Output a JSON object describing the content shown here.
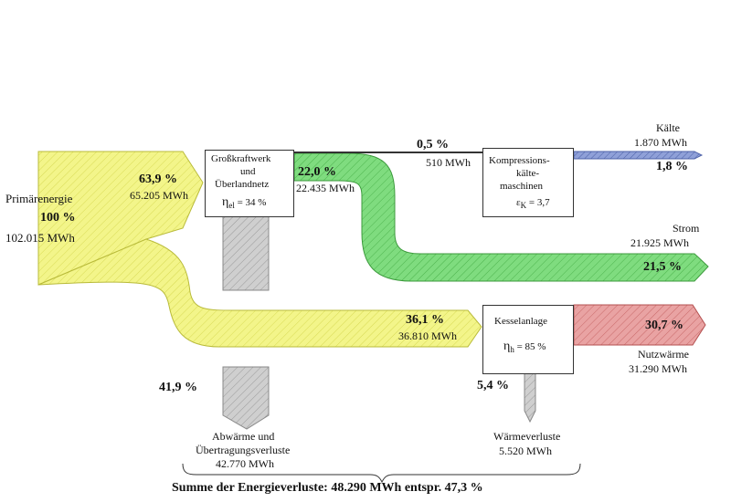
{
  "primary": {
    "label": "Primärenergie",
    "percent": "100 %",
    "amount": "102.015 MWh"
  },
  "to_power_plant": {
    "percent": "63,9 %",
    "amount": "65.205 MWh"
  },
  "power_plant": {
    "line1": "Großkraftwerk",
    "line2": "und",
    "line3": "Überlandnetz",
    "eta_symbol": "η",
    "eta_sub": "el",
    "eta_value": " = 34 %"
  },
  "electricity_out": {
    "percent": "22,0 %",
    "amount": "22.435 MWh"
  },
  "to_chiller": {
    "percent": "0,5 %",
    "amount": "510 MWh"
  },
  "chiller": {
    "line1": "Kompressions-",
    "line2": "kälte-",
    "line3": "maschinen",
    "eps_symbol": "ε",
    "eps_sub": "K",
    "eps_value": " = 3,7"
  },
  "cold": {
    "label": "Kälte",
    "amount": "1.870 MWh",
    "percent": "1,8 %"
  },
  "power": {
    "label": "Strom",
    "amount": "21.925 MWh",
    "percent": "21,5 %"
  },
  "to_boiler": {
    "percent": "36,1 %",
    "amount": "36.810 MWh"
  },
  "boiler": {
    "line1": "Kesselanlage",
    "eta_symbol": "η",
    "eta_sub": "h",
    "eta_value": " = 85 %"
  },
  "useful_heat": {
    "percent": "30,7 %",
    "label": "Nutzwärme",
    "amount": "31.290 MWh"
  },
  "plant_loss": {
    "percent": "41,9 %",
    "line1": "Abwärme und",
    "line2": "Übertragungsverluste",
    "amount": "42.770 MWh"
  },
  "boiler_loss": {
    "percent": "5,4 %",
    "line1": "Wärmeverluste",
    "amount": "5.520 MWh"
  },
  "summary": "Summe der Energieverluste: 48.290 MWh entspr. 47,3 %",
  "colors": {
    "yellow": "#f3f58a",
    "green": "#7fdc7f",
    "red": "#e39898",
    "blue": "#6f84c6",
    "gray": "#bdbdbd"
  }
}
